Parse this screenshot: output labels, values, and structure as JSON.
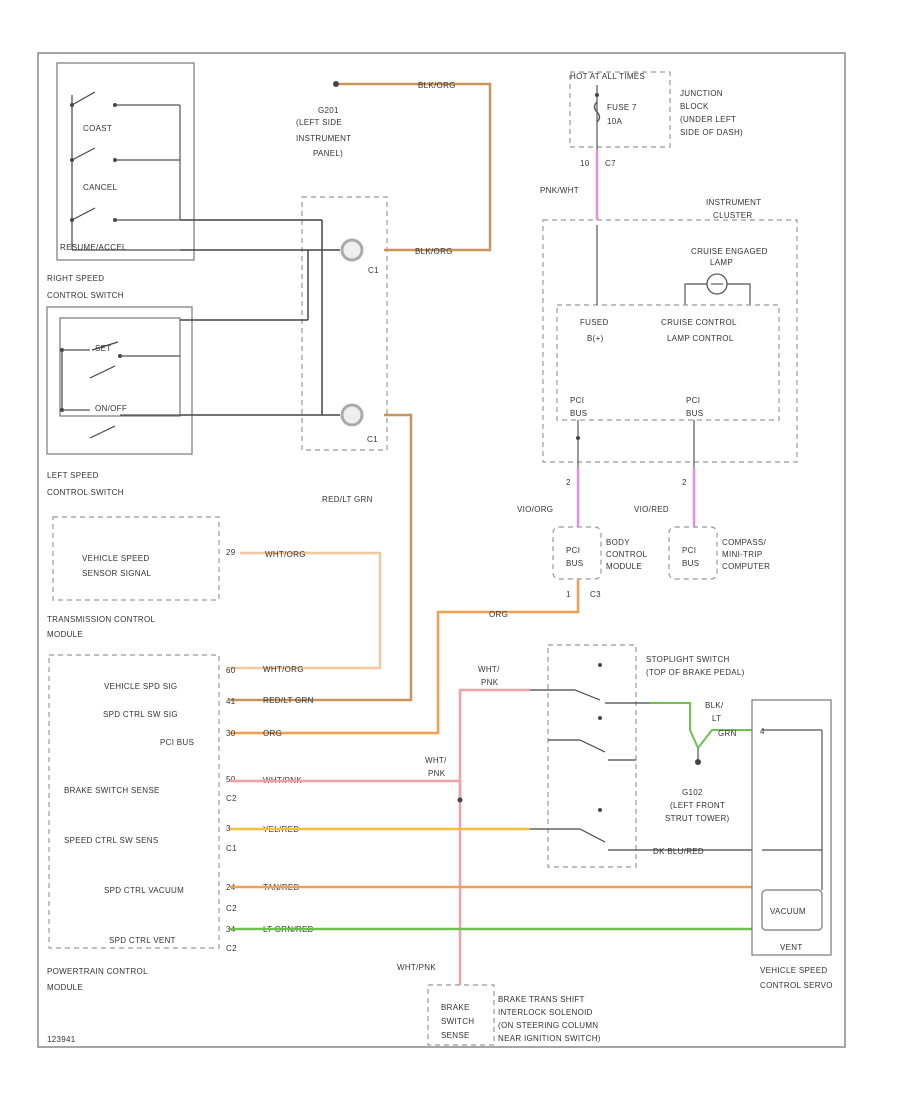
{
  "colors": {
    "brown": "#c8965a",
    "pink": "#e88fd8",
    "orange": "#f0a050",
    "yellow": "#f0c040",
    "green": "#70c050",
    "lightpink": "#f0a0a8",
    "tan": "#f0c8a0",
    "pale_green": "#c8c878"
  },
  "labels": {
    "coast": "COAST",
    "cancel": "CANCEL",
    "resume": "RESUME/ACCEL",
    "right_switch_1": "RIGHT SPEED",
    "right_switch_2": "CONTROL SWITCH",
    "set": "SET",
    "on_off": "ON/OFF",
    "left_switch_1": "LEFT SPEED",
    "left_switch_2": "CONTROL SWITCH",
    "g201_1": "G201",
    "g201_2": "(LEFT SIDE",
    "g201_3": "INSTRUMENT",
    "g201_4": "PANEL)",
    "blk_org_top": "BLK/ORG",
    "blk_org_mid": "BLK/ORG",
    "c1_top": "C1",
    "c1_bot": "C1",
    "red_lt_grn": "RED/LT GRN",
    "hot_all_1": "HOT AT ALL TIMES",
    "jb_1": "JUNCTION",
    "jb_2": "BLOCK",
    "jb_3": "(UNDER LEFT",
    "jb_4": "SIDE OF DASH)",
    "fuse": "FUSE 7",
    "fuse_amp": "10A",
    "c7_pin": "10",
    "c7": "C7",
    "pnk_wht": "PNK/WHT",
    "ic_1": "INSTRUMENT",
    "ic_2": "CLUSTER",
    "cruise_engaged": "CRUISE ENGAGED",
    "lamp": "LAMP",
    "fused_1": "FUSED",
    "fused_2": "B(+)",
    "ccl_1": "CRUISE CONTROL",
    "ccl_2": "LAMP CONTROL",
    "pci_1": "PCI",
    "pci_2": "BUS",
    "pci_3": "PCI",
    "pci_4": "BUS",
    "vio_org_1": "VIO/ORG",
    "vio_red": "VIO/RED",
    "pin_2a": "2",
    "pin_2b": "2",
    "bcm_pci_1": "PCI",
    "bcm_pci_2": "BUS",
    "bcm_1": "BODY",
    "bcm_2": "CONTROL",
    "bcm_3": "MODULE",
    "ctm_pci_1": "PCI",
    "ctm_pci_2": "BUS",
    "ctm_1": "COMPASS/",
    "ctm_2": "MINI-TRIP",
    "ctm_3": "COMPUTER",
    "c3_pin": "1",
    "c3": "C3",
    "org": "ORG",
    "vss_1": "VEHICLE SPEED",
    "vss_2": "SENSOR SIGNAL",
    "tcm_1": "TRANSMISSION CONTROL",
    "tcm_2": "MODULE",
    "wht_org": "WHT/ORG",
    "pin_29": "29",
    "veh_spd_sig": "VEHICLE SPD SIG",
    "spd_ctrl_sw_sig": "SPD CTRL SW SIG",
    "pci_bus": "PCI BUS",
    "brake_sw_sense": "BRAKE SWITCH SENSE",
    "speed_ctrl_sw_sense": "SPEED CTRL SW SENS",
    "spd_ctrl_vacuum": "SPD CTRL VACUUM",
    "spd_ctrl_vent": "SPD CTRL VENT",
    "pin_60": "60",
    "pin_41": "41",
    "pin_30": "30",
    "pin_50": "50",
    "pin_3": "3",
    "pin_24": "24",
    "pin_34": "34",
    "c_c2a": "C2",
    "c_c1": "C1",
    "c_c2b": "C2",
    "c_c2c": "C2",
    "w_wht_org": "WHT/ORG",
    "w_red_lt_grn": "RED/LT GRN",
    "w_org": "ORG",
    "w_wht_pnk": "WHT/PNK",
    "w_yel_red": "YEL/RED",
    "w_tan_red": "TAN/RED",
    "w_lt_grn_red": "LT GRN/RED",
    "pcm_1": "POWERTRAIN CONTROL",
    "pcm_2": "MODULE",
    "wht_1": "WHT/",
    "pnk_1": "PNK",
    "wht_2": "WHT/",
    "pnk_2": "PNK",
    "sls_1": "STOPLIGHT SWITCH",
    "sls_2": "(TOP OF BRAKE PEDAL)",
    "blk_lt_1": "BLK/",
    "blk_lt_2": "LT",
    "blk_lt_3": "GRN",
    "g102_1": "G102",
    "g102_2": "(LEFT FRONT",
    "g102_3": "STRUT TOWER)",
    "dk_blu_red": "DK BLU/RED",
    "servo_pin": "4",
    "vacuum": "VACUUM",
    "vent": "VENT",
    "servo_1": "VEHICLE SPEED",
    "servo_2": "CONTROL SERVO",
    "wht_pnk_bot": "WHT/PNK",
    "brake_sw_sense_1": "BRAKE",
    "brake_sw_sense_2": "SWITCH",
    "brake_sw_sense_3": "SENSE",
    "btsi_1": "BRAKE TRANS SHIFT",
    "btsi_2": "INTERLOCK SOLENOID",
    "btsi_3": "(ON STEERING COLUMN",
    "btsi_4": "NEAR IGNITION SWITCH)",
    "pin_30a": "30",
    "pin_c3x": "C1",
    "corner_id": "123941"
  }
}
